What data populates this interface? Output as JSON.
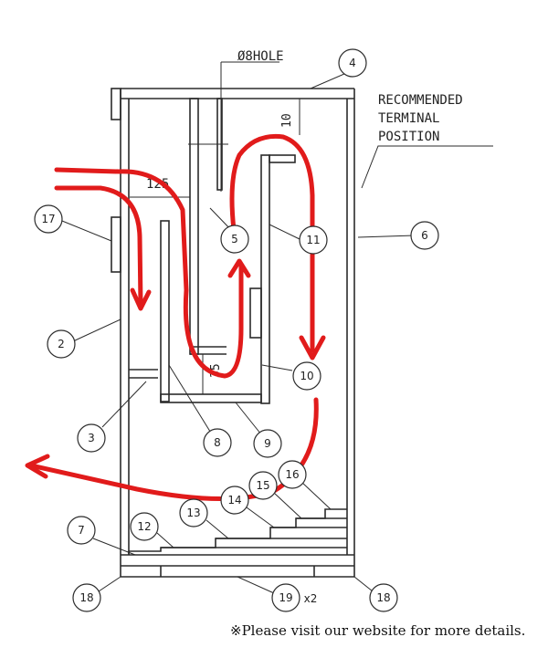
{
  "annotations": {
    "hole": "Ø8HOLE",
    "dim_125": "125",
    "dim_10": "10",
    "dim_35": "35",
    "terminal_line1": "RECOMMENDED",
    "terminal_line2": "TERMINAL",
    "terminal_line3": "POSITION",
    "qty_suffix": "x2"
  },
  "callouts": [
    {
      "id": "c2",
      "label": "2"
    },
    {
      "id": "c3",
      "label": "3"
    },
    {
      "id": "c4",
      "label": "4"
    },
    {
      "id": "c5",
      "label": "5"
    },
    {
      "id": "c6",
      "label": "6"
    },
    {
      "id": "c7",
      "label": "7"
    },
    {
      "id": "c8",
      "label": "8"
    },
    {
      "id": "c9",
      "label": "9"
    },
    {
      "id": "c10",
      "label": "10"
    },
    {
      "id": "c11",
      "label": "11"
    },
    {
      "id": "c12",
      "label": "12"
    },
    {
      "id": "c13",
      "label": "13"
    },
    {
      "id": "c14",
      "label": "14"
    },
    {
      "id": "c15",
      "label": "15"
    },
    {
      "id": "c16",
      "label": "16"
    },
    {
      "id": "c17",
      "label": "17"
    },
    {
      "id": "c18a",
      "label": "18"
    },
    {
      "id": "c18b",
      "label": "18"
    },
    {
      "id": "c19",
      "label": "19"
    }
  ],
  "footer_note": "※Please visit our website for more details.",
  "colors": {
    "airflow_arrow": "#e11b1b",
    "lines": "#2b2b2b"
  }
}
